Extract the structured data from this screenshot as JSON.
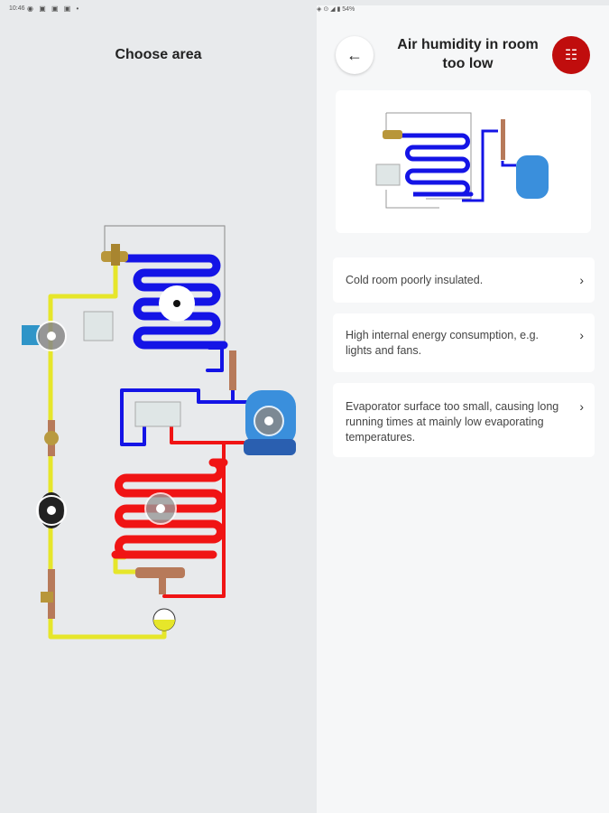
{
  "status_bar": {
    "time": "10:46",
    "icons": "◉ ▣ ▣ ▣ •",
    "right": "◈ ⊙ ◢ ▮ 54%"
  },
  "left_panel": {
    "title": "Choose area"
  },
  "right_panel": {
    "title": "Air humidity in room too low",
    "back_icon": "←",
    "filter_icon": "☷",
    "causes": [
      {
        "label": "Cold room poorly insulated."
      },
      {
        "label": "High internal energy consumption, e.g. lights and fans."
      },
      {
        "label": "Evaporator surface too small, causing long running times at mainly low evaporating temperatures."
      }
    ],
    "chevron": "›"
  },
  "colors": {
    "suction": "#1414e6",
    "discharge": "#f01414",
    "liquid": "#e6e62a",
    "accent": "#c00d0d"
  }
}
